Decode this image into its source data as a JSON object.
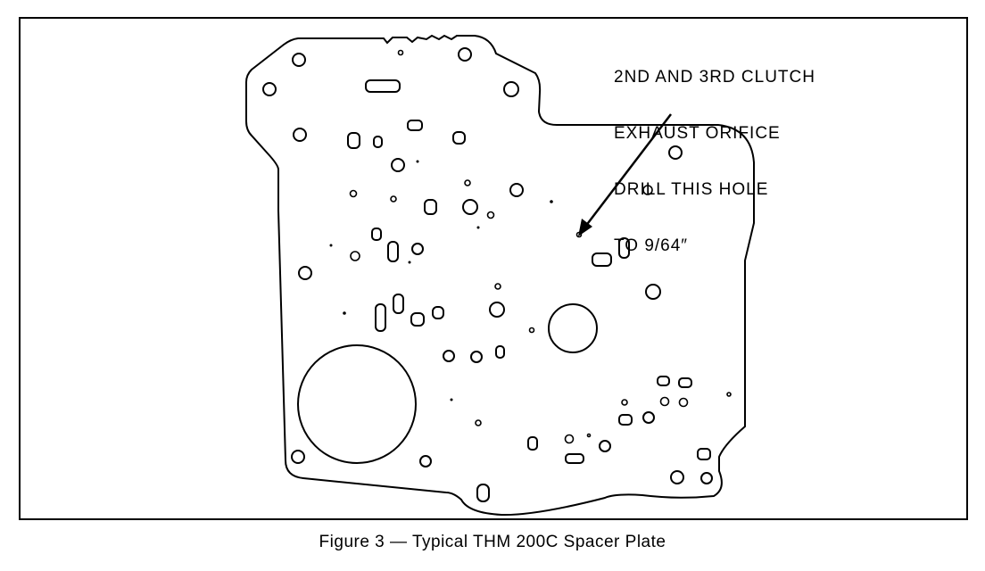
{
  "callout": {
    "lines": [
      "2ND AND 3RD CLUTCH",
      "EXHAUST ORIFICE",
      "DRILL THIS HOLE",
      "TO 9/64″"
    ]
  },
  "caption": "Figure 3 — Typical THM 200C Spacer Plate",
  "colors": {
    "ink": "#000000",
    "background": "#ffffff"
  }
}
